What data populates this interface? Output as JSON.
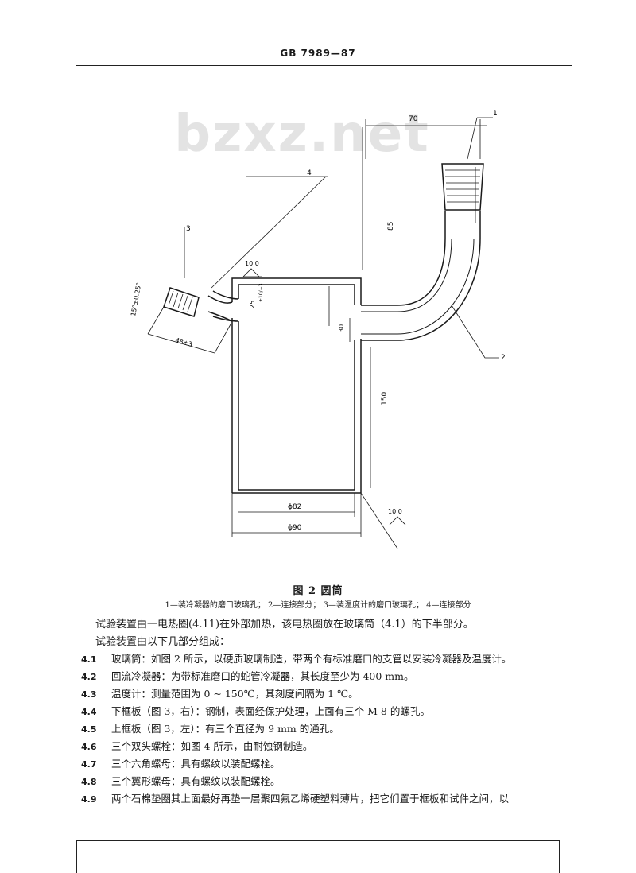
{
  "header": {
    "code": "GB 7989—87"
  },
  "watermark": "bzxz.net",
  "figure": {
    "dimensions": {
      "width_top": "70",
      "height_tube": "85",
      "height_side": "30",
      "height_body": "150",
      "inner_diameter": "ϕ82",
      "outer_diameter": "ϕ90",
      "neck_height": "25",
      "neck_tol": "+10/−3",
      "branch_length": "48±3",
      "branch_angle": "15°±0.25°",
      "roughness_top": "10.0",
      "roughness_bottom": "10.0",
      "neck_side": "30"
    },
    "callouts": {
      "c1": "1",
      "c2": "2",
      "c3": "3",
      "c4": "4"
    },
    "title": "图 2   圆筒",
    "caption": "1—装冷凝器的磨口玻璃孔；  2—连接部分；  3—装温度计的磨口玻璃孔；  4—连接部分"
  },
  "body": {
    "para1": "试验装置由一电热圈(4.11)在外部加热，该电热圈放在玻璃筒（4.1）的下半部分。",
    "para2": "试验装置由以下几部分组成：",
    "clauses": [
      {
        "num": "4.1",
        "text": "玻璃筒：如图 2 所示，以硬质玻璃制造，带两个有标准磨口的支管以安装冷凝器及温度计。"
      },
      {
        "num": "4.2",
        "text": "回流冷凝器：为带标准磨口的蛇管冷凝器，其长度至少为 400 mm。"
      },
      {
        "num": "4.3",
        "text": "温度计：测量范围为 0 ~ 150℃，其刻度间隔为 1 ℃。"
      },
      {
        "num": "4.4",
        "text": "下框板（图 3，右）：钢制，表面经保护处理，上面有三个 M 8 的螺孔。"
      },
      {
        "num": "4.5",
        "text": "上框板（图 3，左）：有三个直径为 9 mm 的通孔。"
      },
      {
        "num": "4.6",
        "text": "三个双头螺栓：如图 4 所示，由耐蚀钢制造。"
      },
      {
        "num": "4.7",
        "text": "三个六角螺母：具有螺纹以装配螺栓。"
      },
      {
        "num": "4.8",
        "text": "三个翼形螺母：具有螺纹以装配螺栓。"
      },
      {
        "num": "4.9",
        "text": "两个石棉垫圈其上面最好再垫一层聚四氟乙烯硬塑料薄片，把它们置于框板和试件之间，以"
      }
    ]
  }
}
